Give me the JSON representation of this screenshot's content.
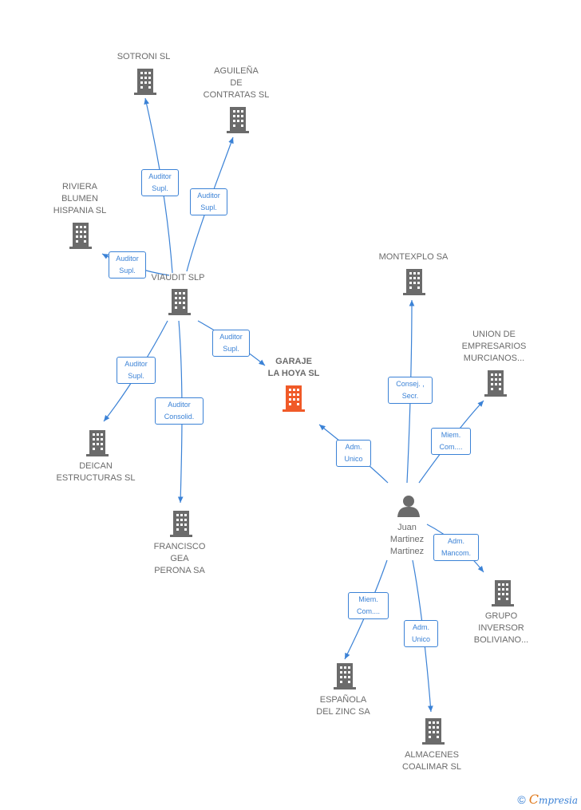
{
  "colors": {
    "edge": "#3b82d6",
    "node": "#6b6b6b",
    "focus": "#f05a28"
  },
  "nodes": {
    "sotroni": "SOTRONI SL",
    "aguilena": "AGUILEÑA\nDE\nCONTRATAS SL",
    "riviera": "RIVIERA\nBLUMEN\nHISPANIA SL",
    "viaudit": "VIAUDIT SLP",
    "montexplo": "MONTEXPLO SA",
    "union": "UNION DE\nEMPRESARIOS\nMURCIANOS...",
    "garaje": "GARAJE\nLA HOYA SL",
    "deican": "DEICAN\nESTRUCTURAS SL",
    "francisco": "FRANCISCO\nGEA\nPERONA SA",
    "juan": "Juan\nMartinez\nMartinez",
    "grupo": "GRUPO\nINVERSOR\nBOLIVIANO...",
    "espanola": "ESPAÑOLA\nDEL ZINC SA",
    "almacenes": "ALMACENES\nCOALIMAR SL"
  },
  "edges": {
    "sotroni": "Auditor\nSupl.",
    "aguilena": "Auditor\nSupl.",
    "riviera": "Auditor\nSupl.",
    "garaje_auditor": "Auditor\nSupl.",
    "deican": "Auditor\nSupl.",
    "francisco": "Auditor\nConsolid.",
    "montexplo": "Consej. ,\nSecr.",
    "union": "Miem.\nCom....",
    "garaje_adm": "Adm.\nUnico",
    "grupo": "Adm.\nMancom.",
    "espanola": "Miem.\nCom....",
    "almacenes": "Adm.\nUnico"
  },
  "footer": {
    "copyright": "©",
    "brand_initial": "C",
    "brand_rest": "mpresia"
  }
}
